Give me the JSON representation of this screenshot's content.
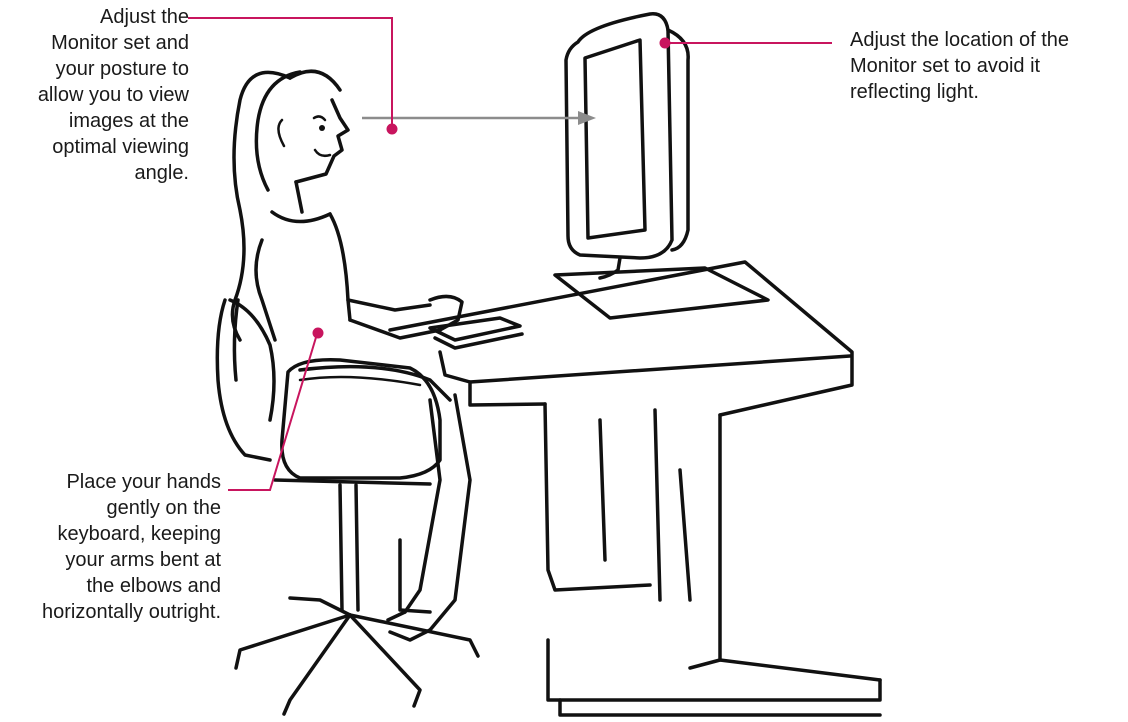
{
  "notes": {
    "monitor_angle": "Adjust the\nMonitor set and\nyour posture to\nallow you to view\nimages at the\noptimal viewing\nangle.",
    "monitor_location": "Adjust the location of the\nMonitor set to avoid it\nreflecting light.",
    "hands": "Place your hands\ngently on the\nkeyboard, keeping\nyour arms bent at\nthe elbows and\nhorizontally outright."
  },
  "colors": {
    "callout": "#c8155e",
    "sight_line": "#8c8c8c",
    "drawing": "#111111",
    "text": "#1a1a1a"
  }
}
